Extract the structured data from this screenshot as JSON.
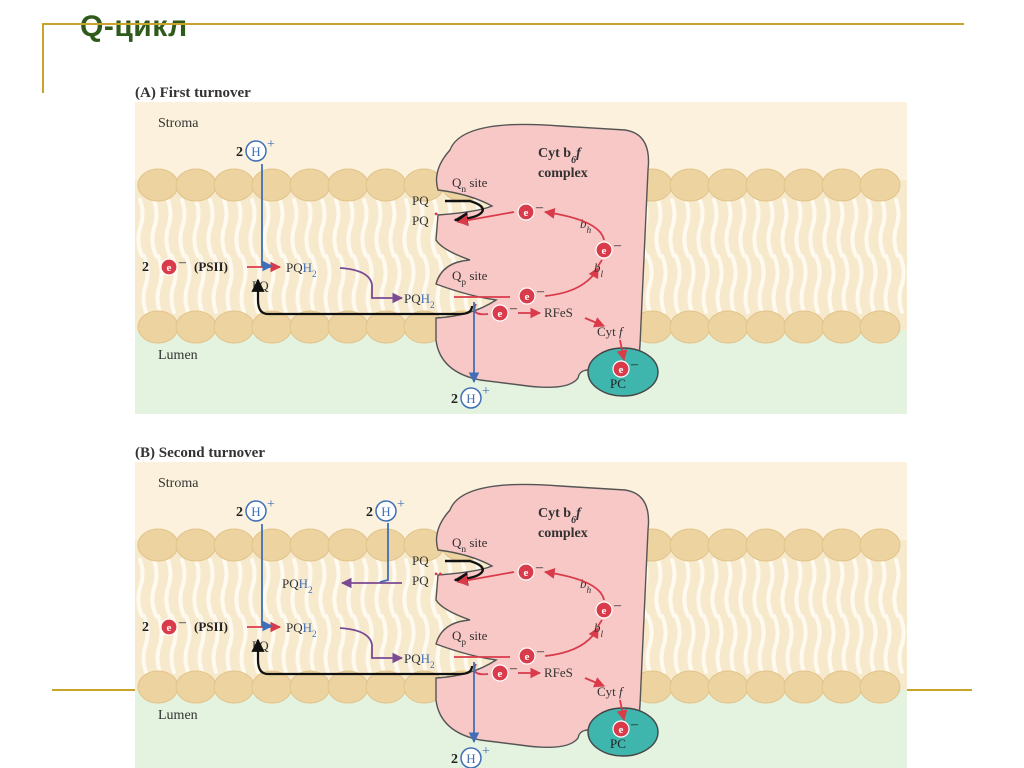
{
  "slide": {
    "title": "Q-цикл"
  },
  "colors": {
    "accent_gold": "#c9a42c",
    "title_green": "#2f5a1c",
    "stroma": "#fbf1dc",
    "lumen": "#e4f2e0",
    "lipid_head": "#ecd3a0",
    "complex_fill": "#f7c8c6",
    "electron_red": "#d93b4a",
    "proton_blue": "#3f6fb6",
    "pc_teal": "#3fb6ad"
  },
  "panels": [
    {
      "label": "(A)",
      "heading": "First turnover",
      "stroma": "Stroma",
      "lumen": "Lumen",
      "complex": {
        "line1": "Cyt b",
        "sub": "6",
        "line2": "f",
        "line3": "complex"
      },
      "qn_site": {
        "q": "Q",
        "sub": "n",
        "rest": " site"
      },
      "qp_site": {
        "q": "Q",
        "sub": "p",
        "rest": " site"
      },
      "pq_top": "PQ",
      "pq_radical": "PQ",
      "radical_dot": "•",
      "bh": {
        "b": "b",
        "sub": "h"
      },
      "bl": {
        "b": "b",
        "sub": "l"
      },
      "rfes": "RFeS",
      "cytf": {
        "c": "Cyt ",
        "f": "f"
      },
      "pc": "PC",
      "e": "e",
      "minus": "–",
      "proton_top": {
        "n": "2",
        "h": "H",
        "plus": "+"
      },
      "proton_bottom": {
        "n": "2",
        "h": "H",
        "plus": "+"
      },
      "psii": {
        "n": "2",
        "rest": "(PSII)"
      },
      "pq_psii": "PQ",
      "pqh2_psii": {
        "pq": "PQ",
        "h": "H",
        "sub": "2"
      },
      "pqh2_qp": {
        "pq": "PQ",
        "h": "H",
        "sub": "2"
      }
    },
    {
      "label": "(B)",
      "heading": "Second turnover",
      "stroma": "Stroma",
      "lumen": "Lumen",
      "complex": {
        "line1": "Cyt b",
        "sub": "6",
        "line2": "f",
        "line3": "complex"
      },
      "qn_site": {
        "q": "Q",
        "sub": "n",
        "rest": " site"
      },
      "qp_site": {
        "q": "Q",
        "sub": "p",
        "rest": " site"
      },
      "pq_top": "PQ",
      "pq_radical": "PQ",
      "radical_dot": "•",
      "radical_dots": "••",
      "bh": {
        "b": "b",
        "sub": "h"
      },
      "bl": {
        "b": "b",
        "sub": "l"
      },
      "rfes": "RFeS",
      "cytf": {
        "c": "Cyt ",
        "f": "f"
      },
      "pc": "PC",
      "e": "e",
      "minus": "–",
      "proton_top": {
        "n": "2",
        "h": "H",
        "plus": "+"
      },
      "proton_top2": {
        "n": "2",
        "h": "H",
        "plus": "+"
      },
      "proton_bottom": {
        "n": "2",
        "h": "H",
        "plus": "+"
      },
      "psii": {
        "n": "2",
        "rest": "(PSII)"
      },
      "pq_psii": "PQ",
      "pqh2_psii": {
        "pq": "PQ",
        "h": "H",
        "sub": "2"
      },
      "pqh2_qp": {
        "pq": "PQ",
        "h": "H",
        "sub": "2"
      },
      "pqh2_out": {
        "pq": "PQ",
        "h": "H",
        "sub": "2"
      }
    }
  ]
}
